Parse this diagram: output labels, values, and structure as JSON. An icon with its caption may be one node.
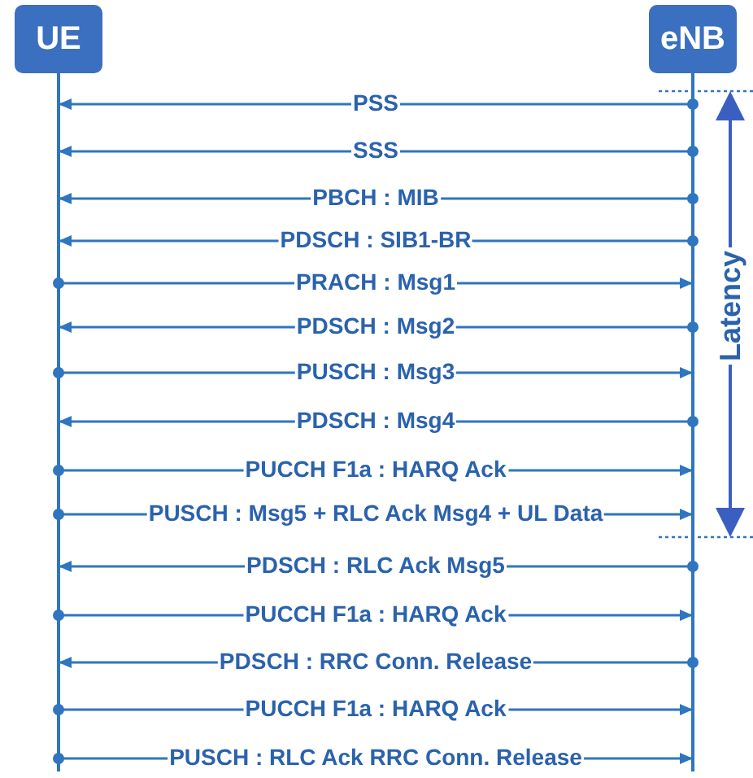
{
  "diagram": {
    "nodes": [
      {
        "text": [
          "UE"
        ]
      },
      {
        "text": [
          "eNB"
        ]
      }
    ],
    "edges": [
      {
        "from": 1,
        "to": 0,
        "arrow": "to",
        "label": "PSS"
      },
      {
        "from": 1,
        "to": 0,
        "arrow": "to",
        "label": "SSS"
      },
      {
        "from": 1,
        "to": 0,
        "arrow": "to",
        "label": "PBCH : MIB"
      },
      {
        "from": 1,
        "to": 0,
        "arrow": "to",
        "label": "PDSCH : SIB1-BR"
      },
      {
        "from": 0,
        "to": 1,
        "arrow": "to",
        "label": "PRACH : Msg1"
      },
      {
        "from": 1,
        "to": 0,
        "arrow": "to",
        "label": "PDSCH : Msg2"
      },
      {
        "from": 0,
        "to": 1,
        "arrow": "to",
        "label": "PUSCH : Msg3"
      },
      {
        "from": 1,
        "to": 0,
        "arrow": "to",
        "label": "PDSCH : Msg4"
      },
      {
        "from": 0,
        "to": 1,
        "arrow": "to",
        "label": "PUCCH F1a : HARQ Ack"
      },
      {
        "from": 0,
        "to": 1,
        "arrow": "to",
        "label": "PUSCH : Msg5 + RLC Ack Msg4 + UL Data"
      },
      {
        "from": 1,
        "to": 0,
        "arrow": "to",
        "label": "PDSCH : RLC Ack Msg5"
      },
      {
        "from": 0,
        "to": 1,
        "arrow": "to",
        "label": "PUCCH F1a : HARQ Ack"
      },
      {
        "from": 1,
        "to": 0,
        "arrow": "to",
        "label": "PDSCH : RRC Conn. Release"
      },
      {
        "from": 0,
        "to": 1,
        "arrow": "to",
        "label": "PUCCH F1a : HARQ Ack"
      },
      {
        "from": 0,
        "to": 1,
        "arrow": "to",
        "label": "PUSCH : RLC Ack RRC Conn. Release"
      }
    ],
    "labels": [
      "Latency"
    ]
  }
}
